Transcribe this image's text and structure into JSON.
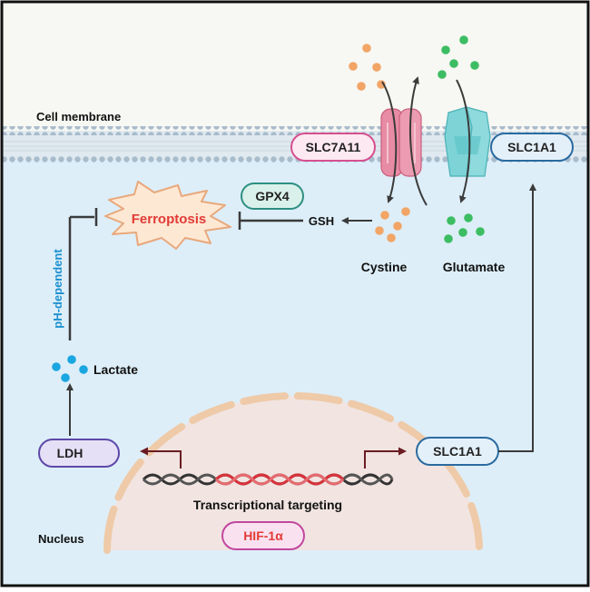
{
  "labels": {
    "cell_membrane": "Cell membrane",
    "slc7a11": "SLC7A11",
    "slc1a1_membrane": "SLC1A1",
    "gpx4": "GPX4",
    "ferroptosis": "Ferroptosis",
    "gsh": "GSH",
    "cystine": "Cystine",
    "glutamate": "Glutamate",
    "ph_dependent": "pH-dependent",
    "lactate": "Lactate",
    "ldh": "LDH",
    "slc1a1_nucleus": "SLC1A1",
    "transcriptional_targeting": "Transcriptional targeting",
    "hif1a": "HIF-1α",
    "nucleus": "Nucleus"
  },
  "colors": {
    "frame": "#111111",
    "background_top": "#f7f7f3",
    "cytoplasm": "#ddeef8",
    "membrane_dots": "#a9bccb",
    "membrane_line": "#c9d6df",
    "nucleus_fill": "#f1e4e1",
    "nucleus_border": "#efcaa8",
    "ferroptosis_red": "#e23b36",
    "burst_fill": "#fde8d4",
    "burst_stroke": "#e9a87c",
    "slc7a11_fill": "#e88ba4",
    "slc7a11_dark": "#c9607d",
    "slc1a1_fill": "#7dd3d6",
    "slc1a1_dark": "#4ab2b6",
    "pill_pink": "#d64f8f",
    "pill_pink_fill": "#fde9f1",
    "pill_blue": "#2a6aa0",
    "pill_blue_fill": "#e4f0f9",
    "gpx4_stroke": "#2c8f81",
    "gpx4_fill": "#d9f1ea",
    "ldh_stroke": "#5d48a8",
    "ldh_fill": "#e6e0f6",
    "hif_stroke": "#c2479e",
    "hif_fill": "#f9e1f0",
    "cystine_dot": "#f2a566",
    "glutamate_dot": "#3dbd63",
    "lactate_dot": "#1aa6e0",
    "ph_text": "#1a8fd0",
    "dna_red": "#d8323a",
    "dna_dark": "#333333",
    "arrow_gray": "#3b3b3b",
    "arrow_maroon": "#6b1c23"
  }
}
